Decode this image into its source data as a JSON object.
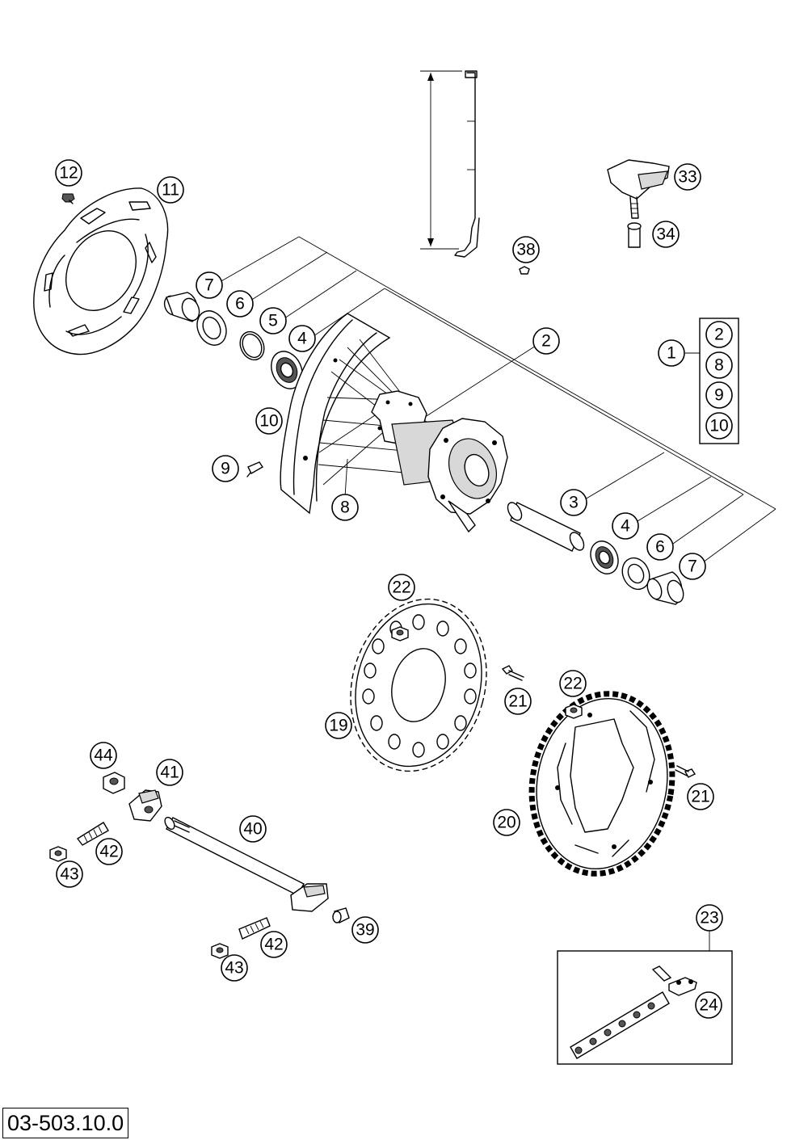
{
  "drawing_number": "03-503.10.0",
  "kit_group": {
    "number": "1",
    "contents": [
      "2",
      "8",
      "9",
      "10"
    ]
  },
  "callouts": {
    "c12": "12",
    "c11": "11",
    "c7a": "7",
    "c6a": "6",
    "c5": "5",
    "c4a": "4",
    "c2": "2",
    "c10": "10",
    "c9": "9",
    "c8": "8",
    "c3": "3",
    "c4b": "4",
    "c6b": "6",
    "c7b": "7",
    "c38": "38",
    "c33": "33",
    "c34": "34",
    "c22a": "22",
    "c21a": "21",
    "c19": "19",
    "c22b": "22",
    "c21b": "21",
    "c20": "20",
    "c44": "44",
    "c41": "41",
    "c40": "40",
    "c42a": "42",
    "c43a": "43",
    "c39": "39",
    "c42b": "42",
    "c43b": "43",
    "c23": "23",
    "c24": "24"
  }
}
